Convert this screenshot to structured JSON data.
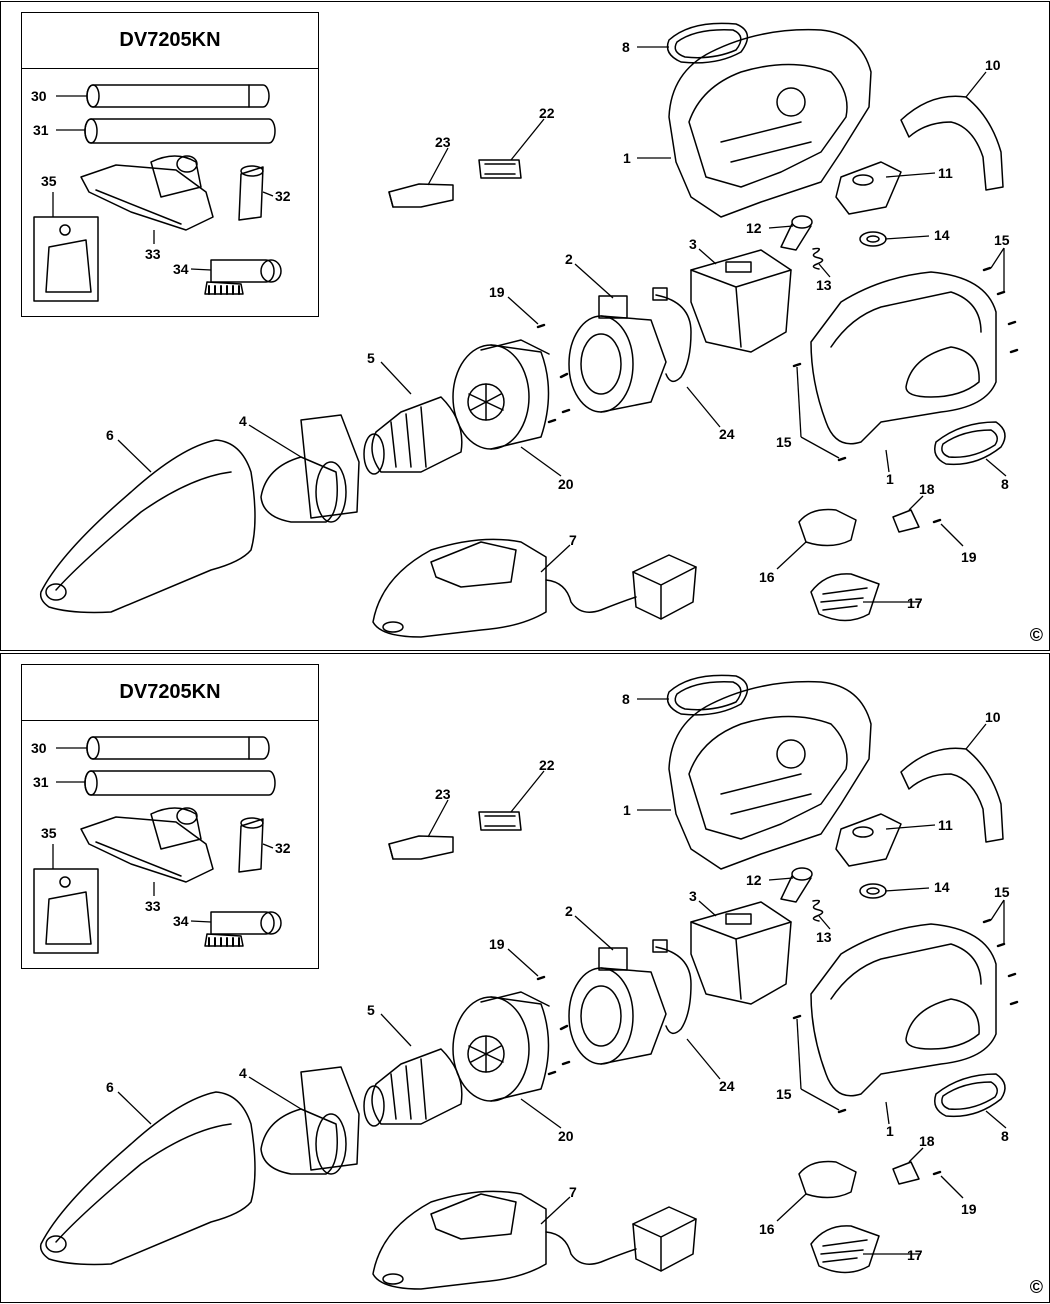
{
  "model": "DV7205KN",
  "copyright_symbol": "©",
  "parts": [
    "1",
    "2",
    "3",
    "4",
    "5",
    "6",
    "7",
    "8",
    "10",
    "11",
    "12",
    "13",
    "14",
    "15",
    "16",
    "17",
    "18",
    "19",
    "20",
    "22",
    "23",
    "24",
    "30",
    "31",
    "32",
    "33",
    "34",
    "35"
  ],
  "panels": [
    {
      "title": "DV7205KN",
      "labels": {
        "p1a": "1",
        "p1b": "1",
        "p2": "2",
        "p3": "3",
        "p4": "4",
        "p5": "5",
        "p6": "6",
        "p7": "7",
        "p8a": "8",
        "p8b": "8",
        "p10": "10",
        "p11": "11",
        "p12": "12",
        "p13": "13",
        "p14": "14",
        "p15a": "15",
        "p15b": "15",
        "p16": "16",
        "p17": "17",
        "p18": "18",
        "p19a": "19",
        "p19b": "19",
        "p20": "20",
        "p22": "22",
        "p23": "23",
        "p24": "24",
        "p30": "30",
        "p31": "31",
        "p32": "32",
        "p33": "33",
        "p34": "34",
        "p35": "35"
      },
      "copyright": "©"
    },
    {
      "title": "DV7205KN",
      "labels": {
        "p1a": "1",
        "p1b": "1",
        "p2": "2",
        "p3": "3",
        "p4": "4",
        "p5": "5",
        "p6": "6",
        "p7": "7",
        "p8a": "8",
        "p8b": "8",
        "p10": "10",
        "p11": "11",
        "p12": "12",
        "p13": "13",
        "p14": "14",
        "p15a": "15",
        "p15b": "15",
        "p16": "16",
        "p17": "17",
        "p18": "18",
        "p19a": "19",
        "p19b": "19",
        "p20": "20",
        "p22": "22",
        "p23": "23",
        "p24": "24",
        "p30": "30",
        "p31": "31",
        "p32": "32",
        "p33": "33",
        "p34": "34",
        "p35": "35"
      },
      "copyright": "©"
    }
  ]
}
